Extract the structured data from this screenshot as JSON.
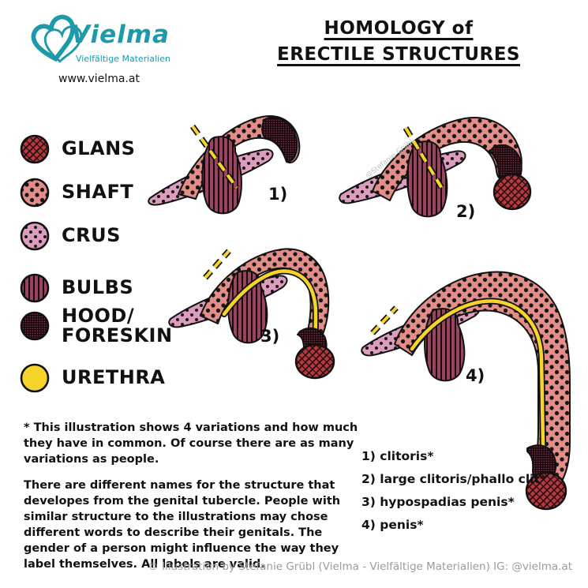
{
  "header": {
    "title_line1": "HOMOLOGY of",
    "title_line2": "ERECTILE STRUCTURES"
  },
  "logo": {
    "brand": "Vielma",
    "tagline": "Vielfältige Materialien",
    "url": "www.vielma.at"
  },
  "legend": {
    "items": [
      {
        "label": "GLANS"
      },
      {
        "label": "SHAFT"
      },
      {
        "label": "CRUS"
      },
      {
        "label": "BULBS"
      },
      {
        "label": "HOOD/\nFORESKIN"
      },
      {
        "label": "URETHRA"
      }
    ]
  },
  "figures": [
    {
      "label": "1)"
    },
    {
      "label": "2)"
    },
    {
      "label": "3)"
    },
    {
      "label": "4)"
    }
  ],
  "captions": {
    "items": [
      "1) clitoris*",
      "2) large clitoris/phallo clit*",
      "3) hypospadias penis*",
      "4) penis*"
    ]
  },
  "notes": {
    "para1": "* This illustration shows 4 variations and how much they have in common. Of course there are as many variations as people.",
    "para2": "There are different names for the structure that developes from the genital tubercle. People with similar structure to the illustrations may chose different words to describe their genitals. The gender of a person might influence the way they label themselves. All labels are valid."
  },
  "watermark": "@Stefanie Grübl",
  "footer": {
    "text": "© Illustration by Stefanie Grübl (Vielma - Vielfältige Materialien) IG: @vielma.at"
  },
  "colors": {
    "teal": "#1d9aa9",
    "glans_base": "#b43a40",
    "shaft_base": "#e28d87",
    "crus_base": "#dc9cbd",
    "bulbs_base": "#97465f",
    "hood_base": "#80334a",
    "urethra": "#f6d42a",
    "ink": "#111111"
  }
}
